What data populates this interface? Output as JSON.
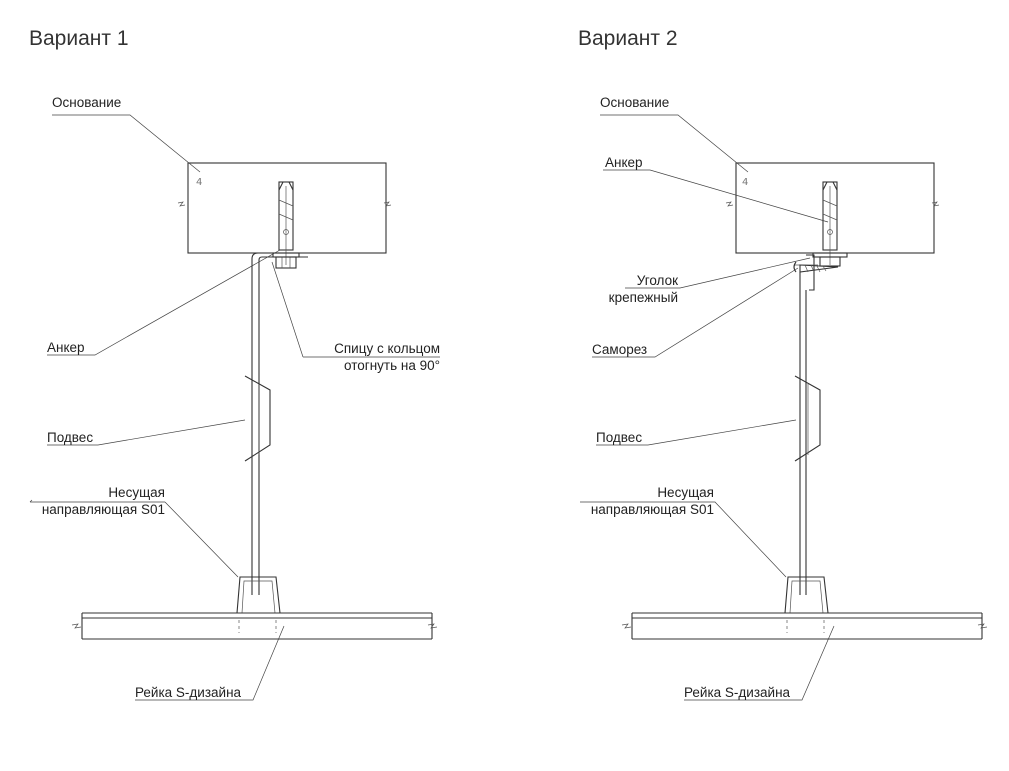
{
  "variant1": {
    "title": "Вариант 1",
    "labels": {
      "base": "Основание",
      "anchor": "Анкер",
      "rod_bent_l1": "Спицу с кольцом",
      "rod_bent_l2": "отогнуть на 90°",
      "hanger": "Подвес",
      "guide_l1": "Несущая",
      "guide_l2": "направляющая S01",
      "rail": "Рейка S-дизайна"
    }
  },
  "variant2": {
    "title": "Вариант 2",
    "labels": {
      "base": "Основание",
      "anchor": "Анкер",
      "bracket_l1": "Уголок",
      "bracket_l2": "крепежный",
      "screw": "Саморез",
      "hanger": "Подвес",
      "guide_l1": "Несущая",
      "guide_l2": "направляющая S01",
      "rail": "Рейка S-дизайна"
    }
  }
}
